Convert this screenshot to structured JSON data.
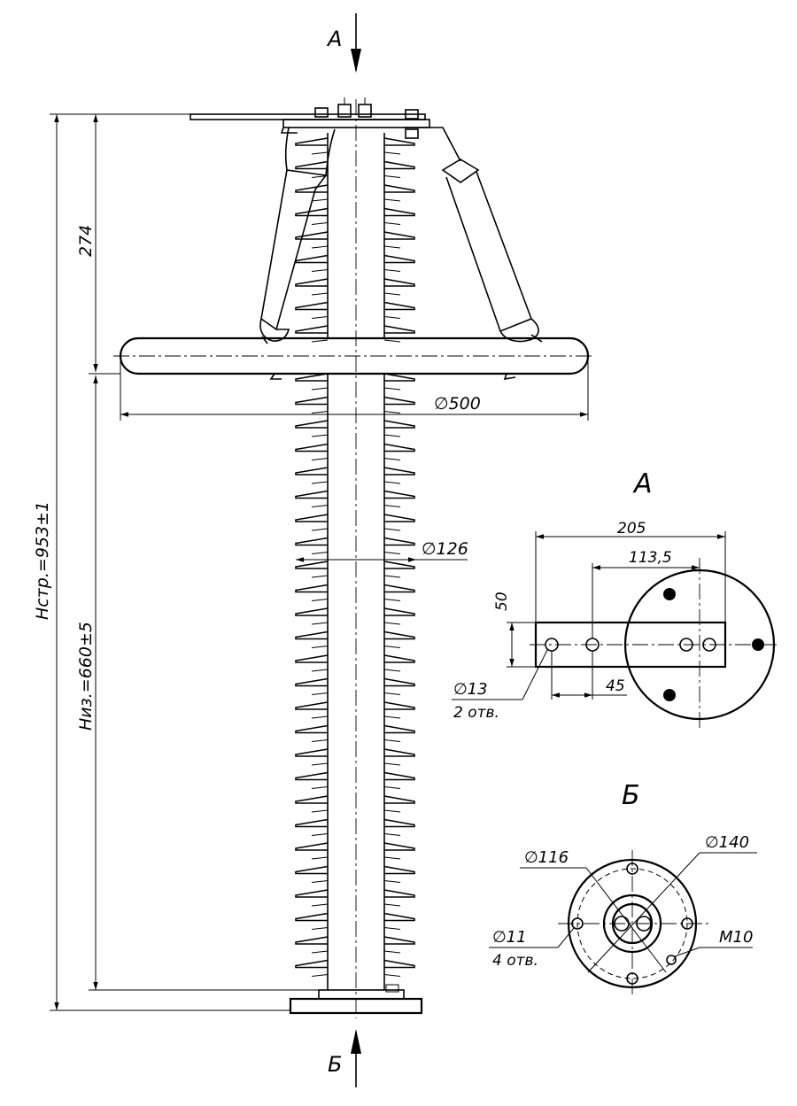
{
  "view_markers": {
    "a_top": "А",
    "b_bottom": "Б"
  },
  "main_view": {
    "dim_total_height": "Нстр.=953±1",
    "dim_insulation_height": "Низ.=660±5",
    "dim_upper": "274",
    "dim_ring_diameter": "∅500",
    "dim_shed_diameter": "∅126"
  },
  "view_a": {
    "title": "А",
    "dim_205": "205",
    "dim_113_5": "113,5",
    "dim_50": "50",
    "dim_45": "45",
    "dim_hole": "∅13",
    "dim_hole_count": "2 отв."
  },
  "view_b": {
    "title": "Б",
    "dim_116": "∅116",
    "dim_140": "∅140",
    "dim_11": "∅11",
    "dim_11_count": "4 отв.",
    "dim_m10": "M10"
  },
  "colors": {
    "line": "#000000",
    "background": "#ffffff"
  }
}
